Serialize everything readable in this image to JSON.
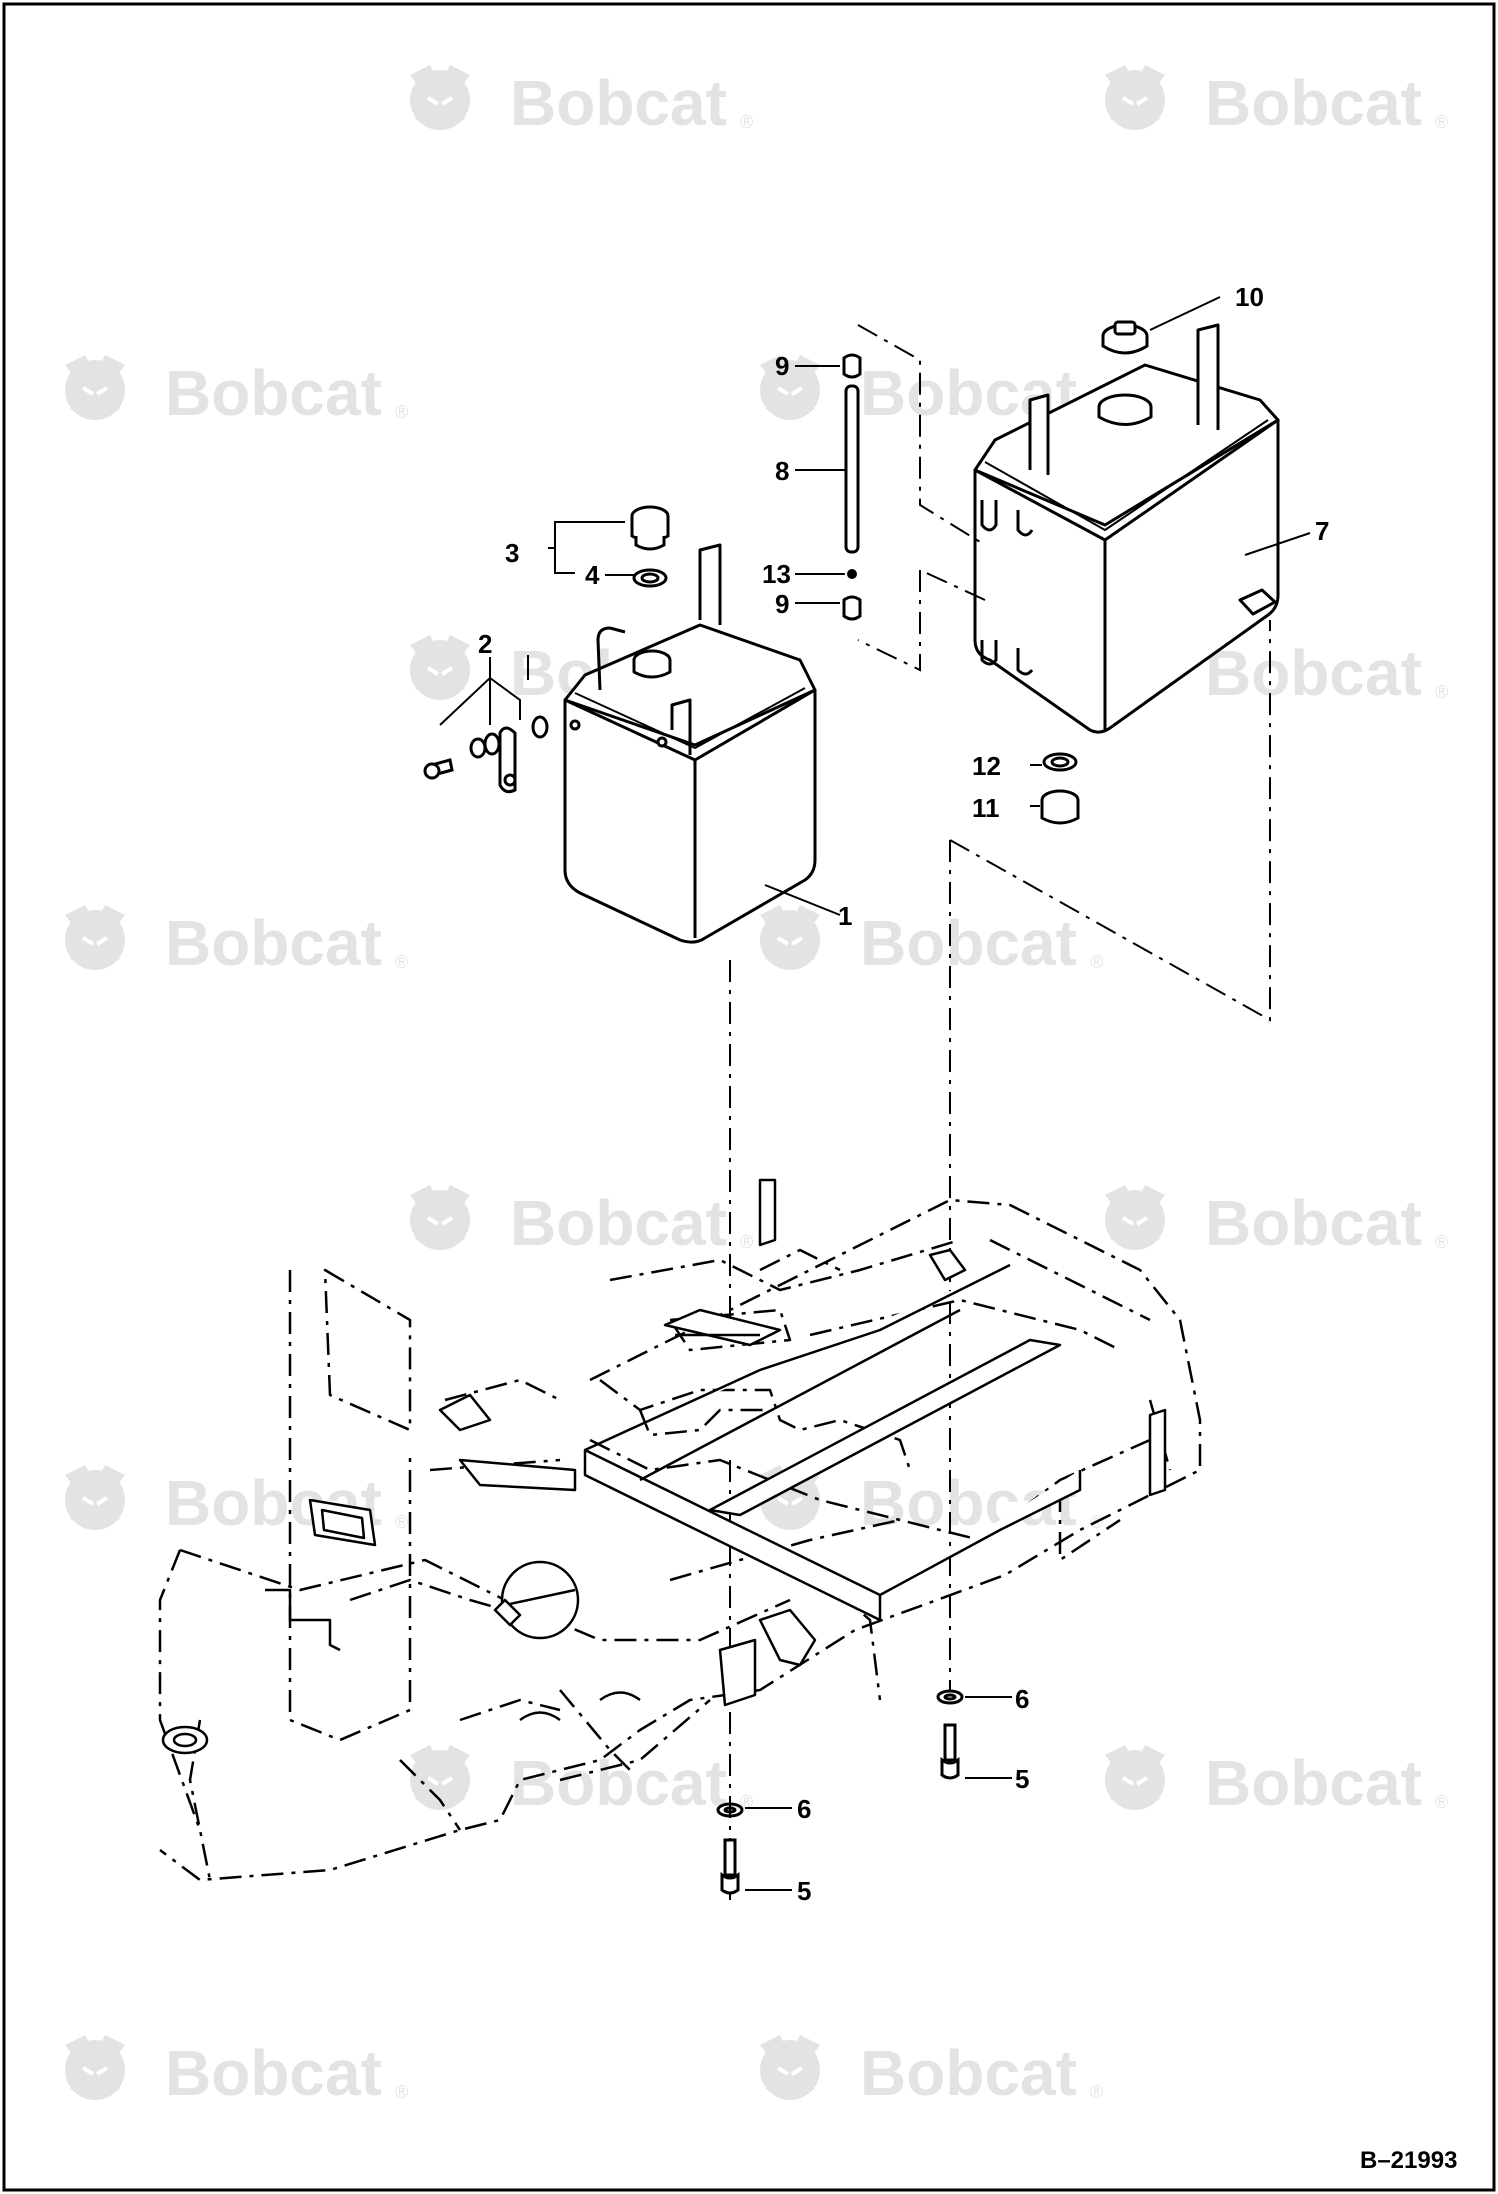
{
  "watermark": {
    "brand": "Bobcat",
    "registered_mark": "®"
  },
  "callouts": {
    "c1": "1",
    "c2": "2",
    "c3": "3",
    "c4": "4",
    "c5a": "5",
    "c5b": "5",
    "c6a": "6",
    "c6b": "6",
    "c7": "7",
    "c8": "8",
    "c9a": "9",
    "c9b": "9",
    "c10": "10",
    "c11": "11",
    "c12": "12",
    "c13": "13"
  },
  "document_number": "B–21993",
  "colors": {
    "line": "#000000",
    "watermark": "#e3e3e3",
    "background": "#ffffff"
  }
}
